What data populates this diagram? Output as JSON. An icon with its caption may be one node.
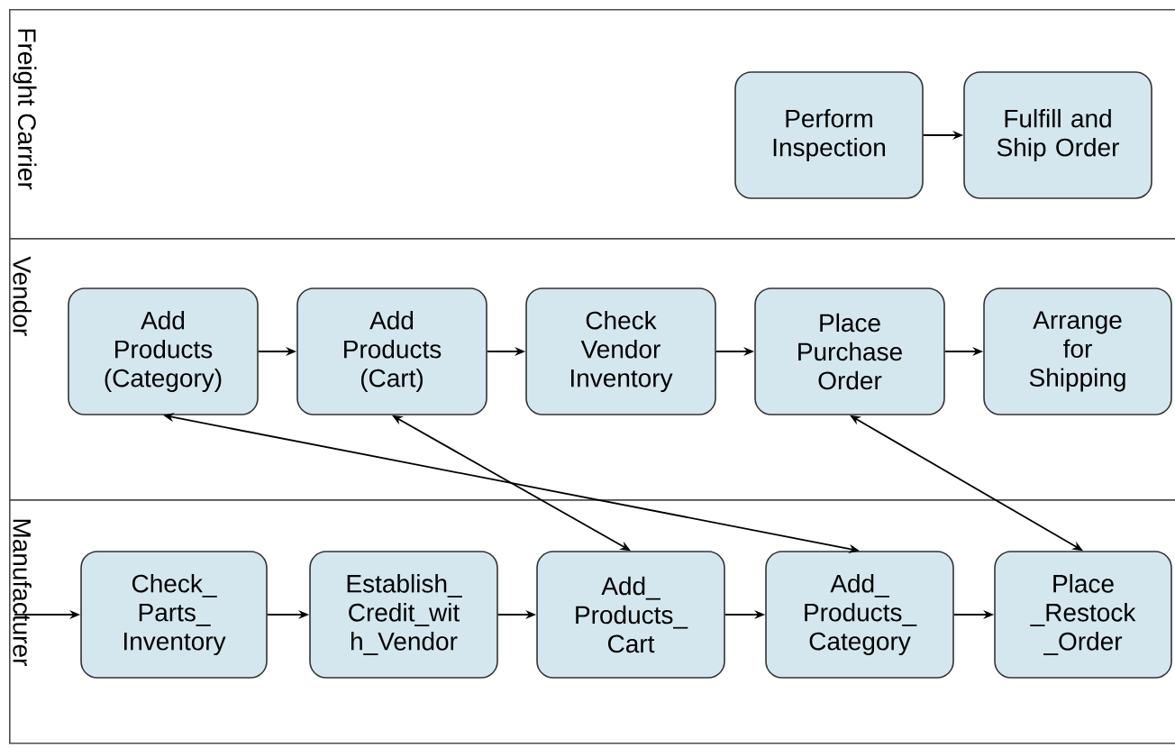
{
  "diagram": {
    "nodes": [
      {
        "text": [
          "Freight Carrier"
        ]
      },
      {
        "text": [
          "Perform Inspection"
        ],
        "in": 0
      },
      {
        "text": [
          "Fulfill and Ship Order"
        ],
        "in": 0
      },
      {
        "text": [
          "Vendor"
        ]
      },
      {
        "text": [
          "Add Products (Category)"
        ],
        "in": 3
      },
      {
        "text": [
          "Add Products (Cart)"
        ],
        "in": 3
      },
      {
        "text": [
          "Check Vendor Inventory"
        ],
        "in": 3
      },
      {
        "text": [
          "Place Purchase Order"
        ],
        "in": 3
      },
      {
        "text": [
          "Arrange for Shipping"
        ],
        "in": 3
      },
      {
        "text": [
          "Manufacturer"
        ]
      },
      {
        "text": [
          "Check_ Parts_ Inventory"
        ],
        "in": 9
      },
      {
        "text": [
          "Establish_ Credit_wit h_Vendor"
        ],
        "in": 9
      },
      {
        "text": [
          "Add_ Products_ Cart"
        ],
        "in": 9
      },
      {
        "text": [
          "Add_ Products_ Category"
        ],
        "in": 9
      },
      {
        "text": [
          "Place _Restock _Order"
        ],
        "in": 9
      }
    ],
    "edges": [
      {
        "from": 1,
        "to": 2,
        "arrow": "to"
      },
      {
        "from": 4,
        "to": 5,
        "arrow": "to"
      },
      {
        "from": 5,
        "to": 6,
        "arrow": "to"
      },
      {
        "from": 6,
        "to": 7,
        "arrow": "to"
      },
      {
        "from": 7,
        "to": 8,
        "arrow": "to"
      },
      {
        "from": null,
        "to": 10,
        "arrow": "to"
      },
      {
        "from": 10,
        "to": 11,
        "arrow": "to"
      },
      {
        "from": 11,
        "to": 12,
        "arrow": "to"
      },
      {
        "from": 12,
        "to": 13,
        "arrow": "to"
      },
      {
        "from": 13,
        "to": 14,
        "arrow": "to"
      },
      {
        "from": 4,
        "to": 13,
        "arrow": "both"
      },
      {
        "from": 5,
        "to": 12,
        "arrow": "both"
      },
      {
        "from": 7,
        "to": 14,
        "arrow": "both"
      }
    ]
  }
}
